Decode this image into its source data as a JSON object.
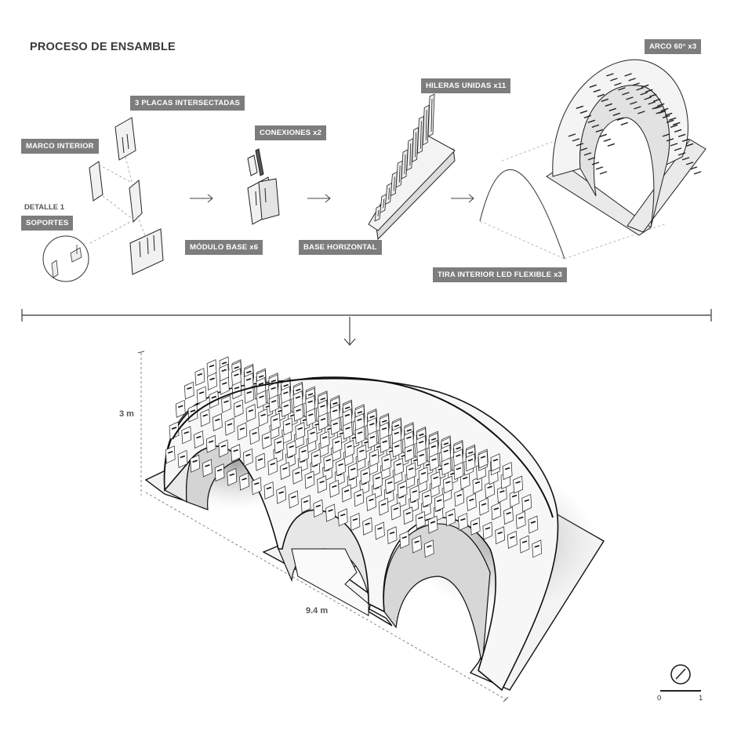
{
  "title": "PROCESO DE ENSAMBLE",
  "steps": {
    "marco_interior": "MARCO INTERIOR",
    "placas": "3 PLACAS INTERSECTADAS",
    "detalle": "DETALLE 1",
    "soportes": "SOPORTES",
    "conexiones": "CONEXIONES x2",
    "modulo_base": "MÓDULO BASE x6",
    "base_horizontal": "BASE HORIZONTAL",
    "hileras": "HILERAS UNIDAS x11",
    "tira_led": "TIRA INTERIOR LED FLEXIBLE x3",
    "arco": "ARCO 60° x3"
  },
  "dimensions": {
    "height": "3 m",
    "length": "9.4 m"
  },
  "scale_bar": {
    "min": "0",
    "max": "1"
  },
  "colors": {
    "tag_bg": "#7d7d7d",
    "line": "#222222",
    "panel": "#f2f2f2"
  }
}
